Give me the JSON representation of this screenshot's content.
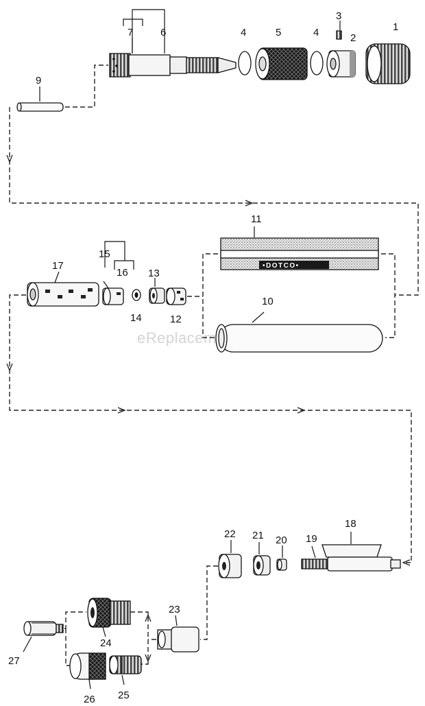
{
  "watermark": "eReplacementParts.com",
  "brand_text": "•DOTCO•",
  "callouts": {
    "c1": "1",
    "c2": "2",
    "c3": "3",
    "c4a": "4",
    "c4b": "4",
    "c5": "5",
    "c6": "6",
    "c7": "7",
    "c9": "9",
    "c10": "10",
    "c11": "11",
    "c12": "12",
    "c13": "13",
    "c14": "14",
    "c15": "15",
    "c16": "16",
    "c17": "17",
    "c18": "18",
    "c19": "19",
    "c20": "20",
    "c21": "21",
    "c22": "22",
    "c23": "23",
    "c24": "24",
    "c25": "25",
    "c26": "26",
    "c27": "27"
  }
}
